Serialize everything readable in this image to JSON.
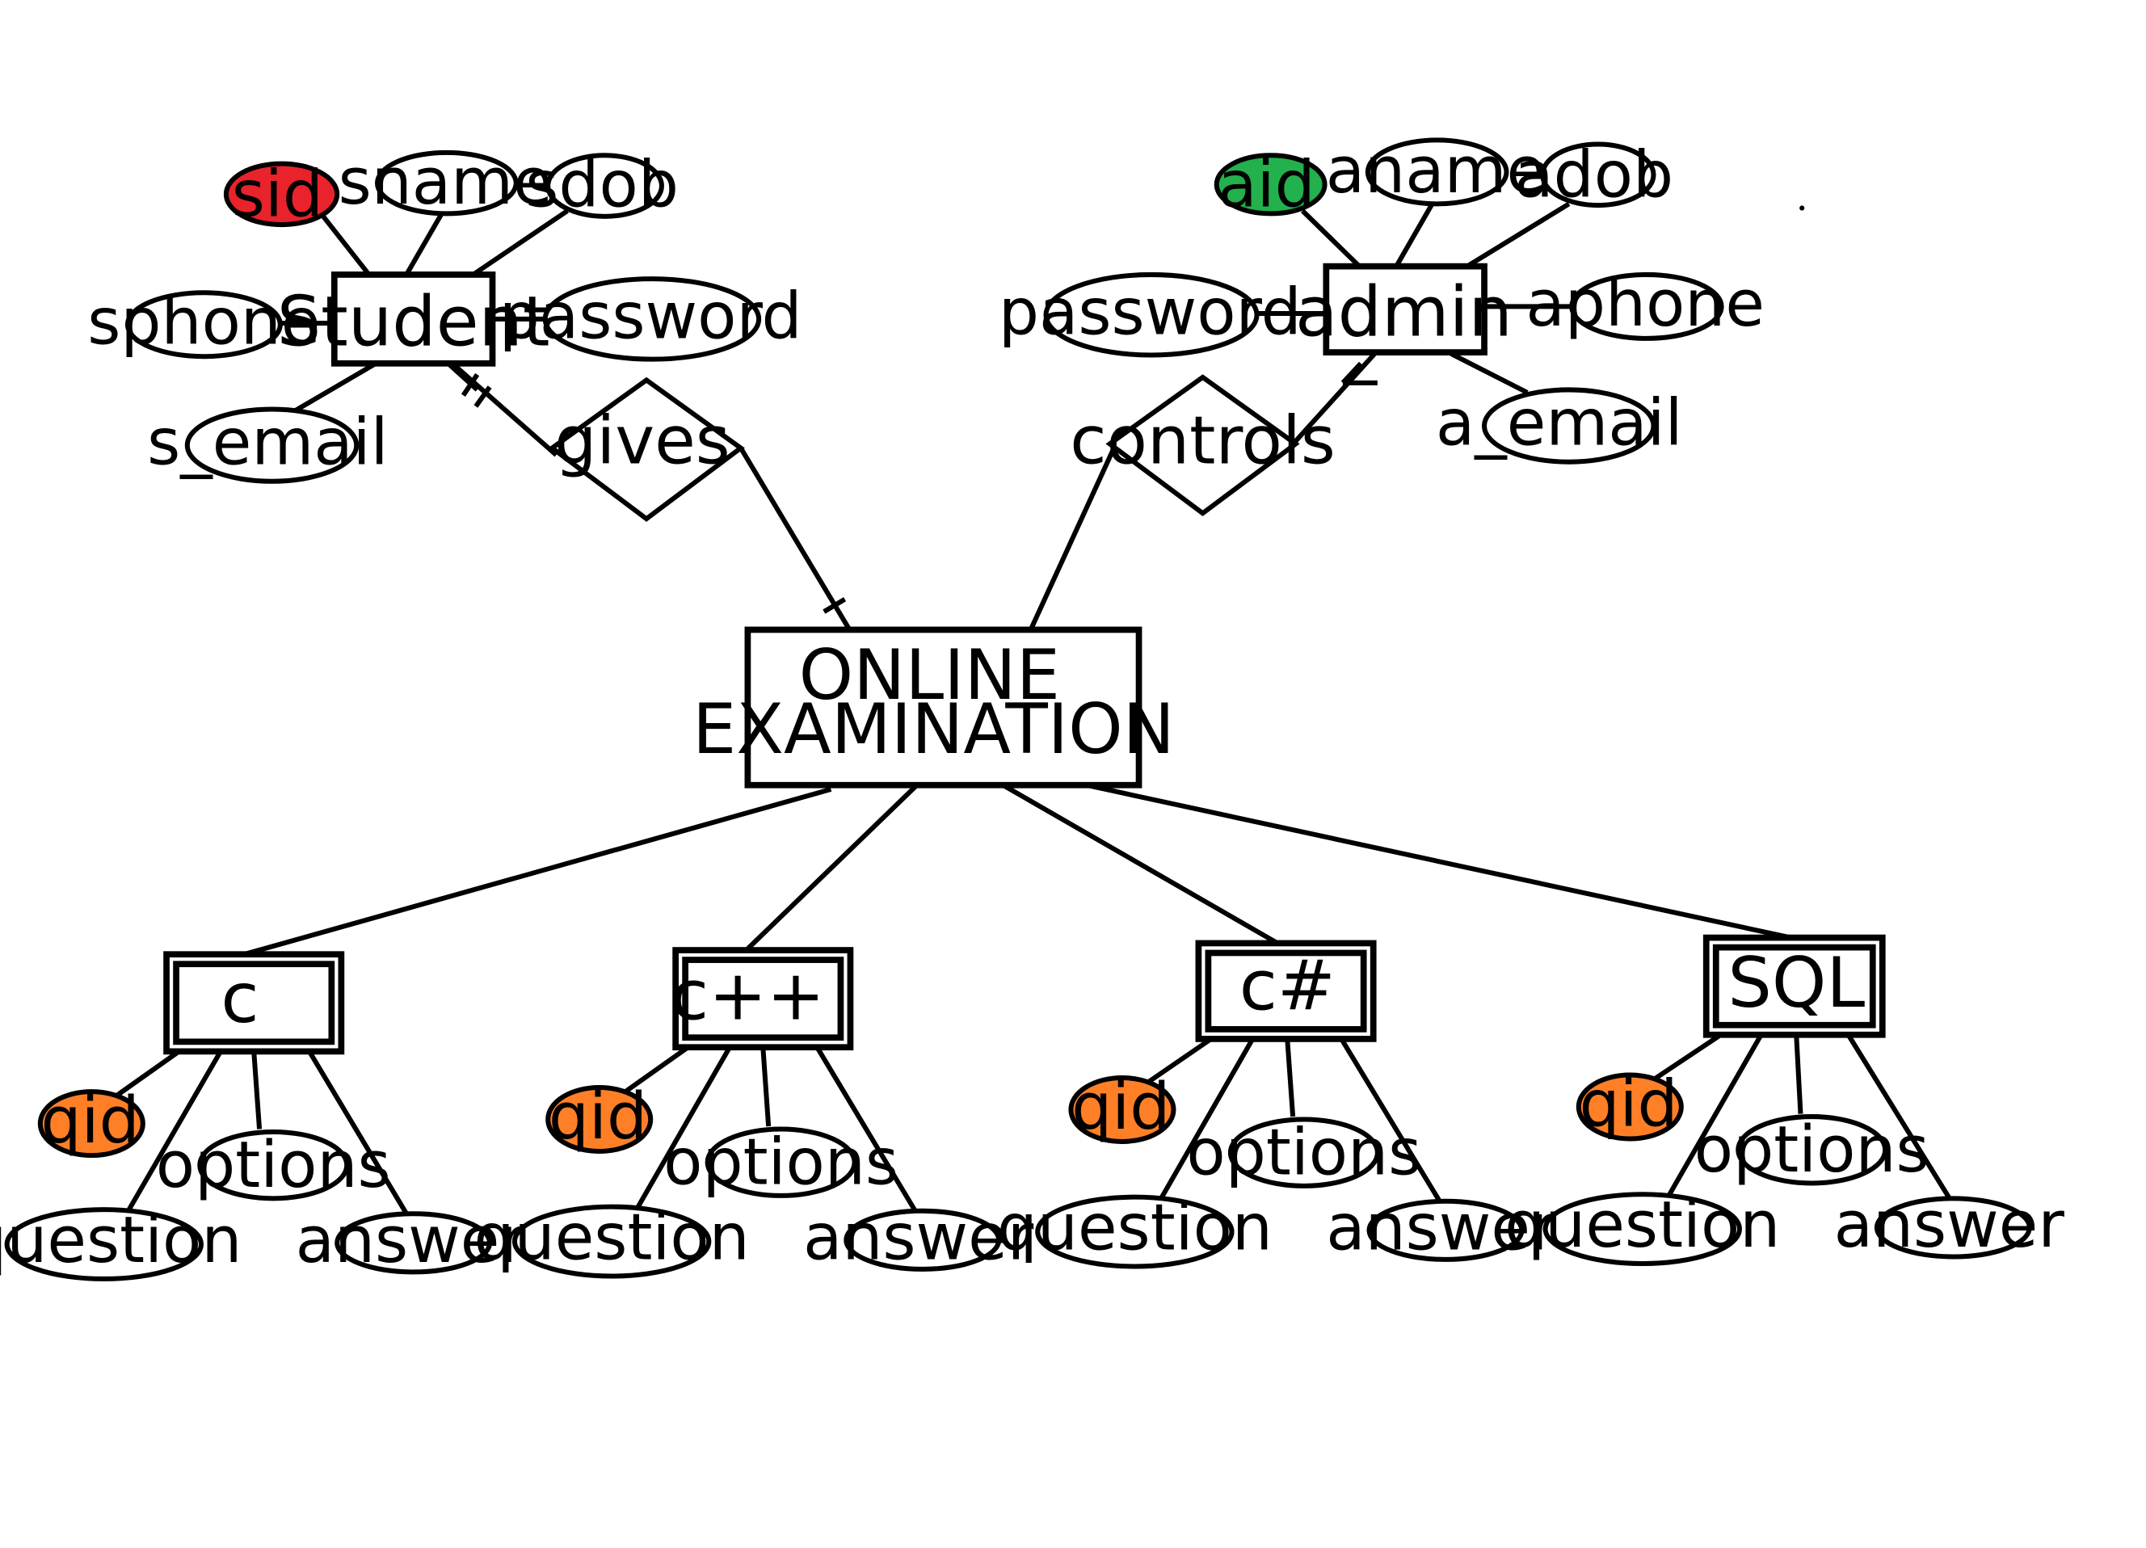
{
  "colors": {
    "primary_key_student": "#e8232b",
    "primary_key_admin": "#22b14c",
    "primary_key_question": "#ff7f27",
    "default_fill": "#ffffff",
    "stroke": "#000000"
  },
  "student": {
    "label": "Student",
    "attributes": {
      "sid": "sid",
      "sname": "sname",
      "sdob": "sdob",
      "sphone": "sphone",
      "password": "password",
      "s_email": "s_email"
    }
  },
  "admin": {
    "label": "admin",
    "attributes": {
      "aid": "aid",
      "aname": "aname",
      "adob": "adob",
      "password": "password",
      "aphone": "aphone",
      "a_email": "a_email"
    }
  },
  "relationships": {
    "gives": "gives",
    "controls": "controls"
  },
  "central_entity": {
    "line1": "ONLINE",
    "line2": "EXAMINATION"
  },
  "subjects": [
    {
      "label": "c",
      "attributes": {
        "qid": "qid",
        "options": "options",
        "question": "question",
        "answer": "answer"
      }
    },
    {
      "label": "c++",
      "attributes": {
        "qid": "qid",
        "options": "options",
        "question": "question",
        "answer": "answer"
      }
    },
    {
      "label": "c#",
      "attributes": {
        "qid": "qid",
        "options": "options",
        "question": "question",
        "answer": "answer"
      }
    },
    {
      "label": "SQL",
      "attributes": {
        "qid": "qid",
        "options": "options",
        "question": "question",
        "answer": "answer"
      }
    }
  ]
}
